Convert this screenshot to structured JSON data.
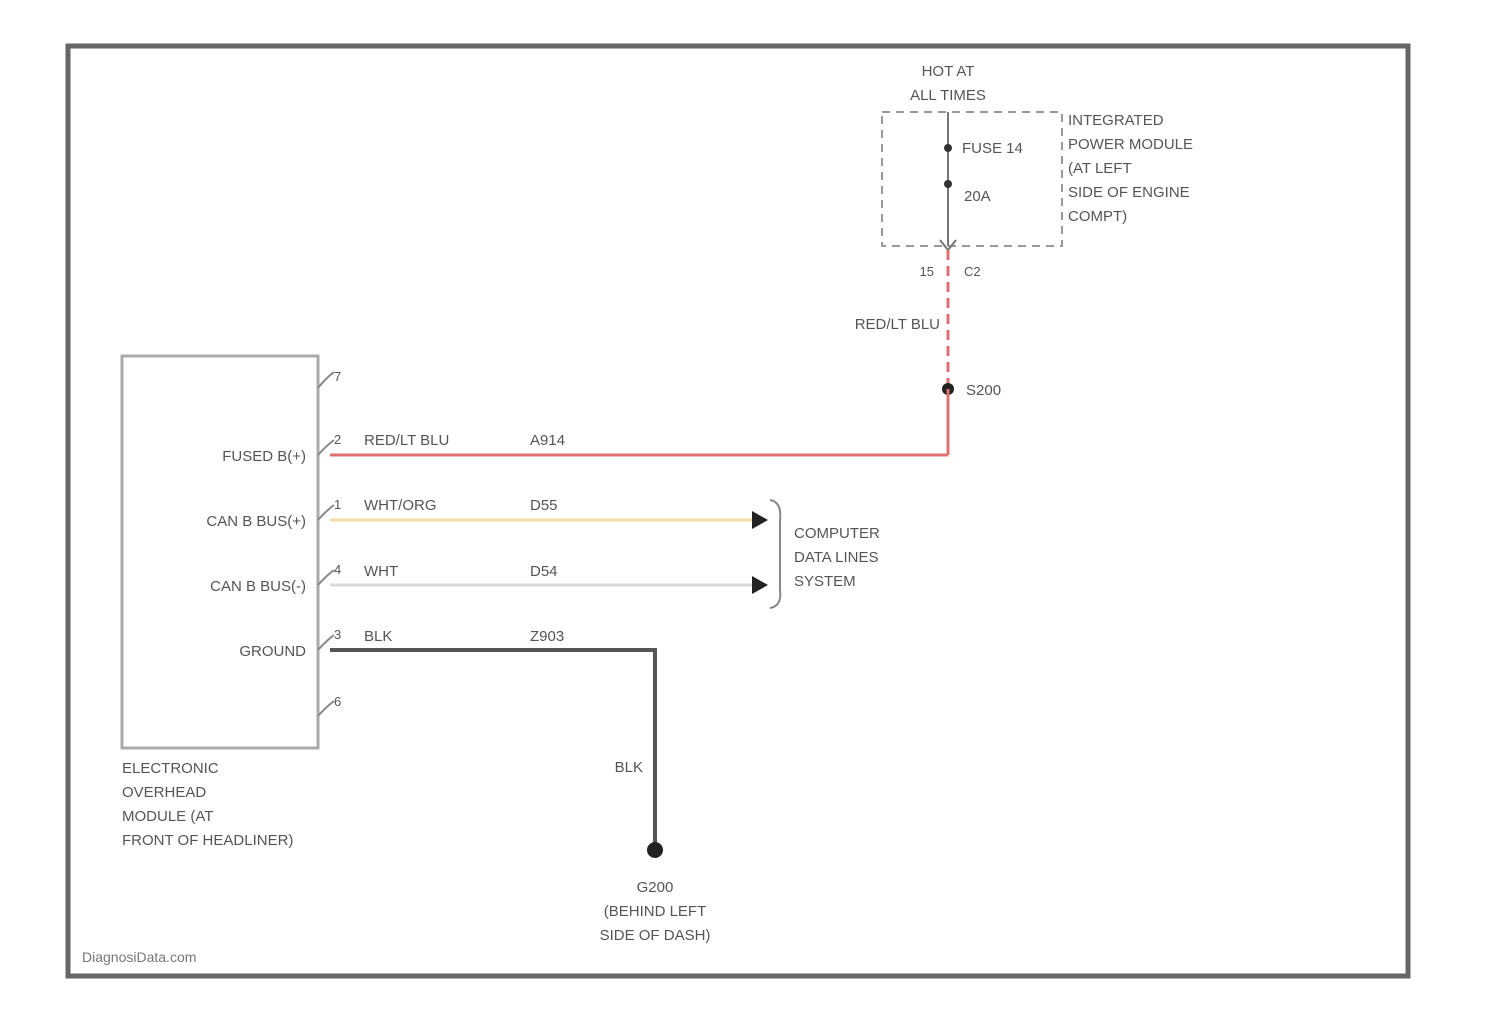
{
  "fuse_box": {
    "hot_label": [
      "HOT AT",
      "ALL TIMES"
    ],
    "name_lines": [
      "INTEGRATED",
      "POWER MODULE",
      "(AT LEFT",
      "SIDE OF ENGINE",
      "COMPT)"
    ],
    "fuse_name": "FUSE 14",
    "fuse_rating": "20A",
    "connector_pin": "15",
    "connector_name": "C2"
  },
  "vertical_wire": {
    "color_label": "RED/LT BLU"
  },
  "splice": {
    "name": "S200"
  },
  "module": {
    "pin_labels": [
      "FUSED B(+)",
      "CAN B BUS(+)",
      "CAN B BUS(-)",
      "GROUND"
    ],
    "pins": [
      "7",
      "2",
      "1",
      "4",
      "3",
      "6"
    ],
    "name_lines": [
      "ELECTRONIC",
      "OVERHEAD",
      "MODULE (AT",
      "FRONT OF HEADLINER)"
    ]
  },
  "wires": [
    {
      "color": "RED/LT BLU",
      "circuit": "A914"
    },
    {
      "color": "WHT/ORG",
      "circuit": "D55"
    },
    {
      "color": "WHT",
      "circuit": "D54"
    },
    {
      "color": "BLK",
      "circuit": "Z903"
    }
  ],
  "data_lines_label": [
    "COMPUTER",
    "DATA LINES",
    "SYSTEM"
  ],
  "ground": {
    "wire_color": "BLK",
    "name_lines": [
      "G200",
      "(BEHIND LEFT",
      "SIDE OF DASH)"
    ]
  },
  "watermark": "DiagnosiData.com",
  "colors": {
    "frame": "#666666",
    "red_wire": "#e07070",
    "yellow_wire": "#f0e0a8",
    "white_wire": "#d8d8d8",
    "black_wire": "#555555",
    "text": "#555555"
  }
}
